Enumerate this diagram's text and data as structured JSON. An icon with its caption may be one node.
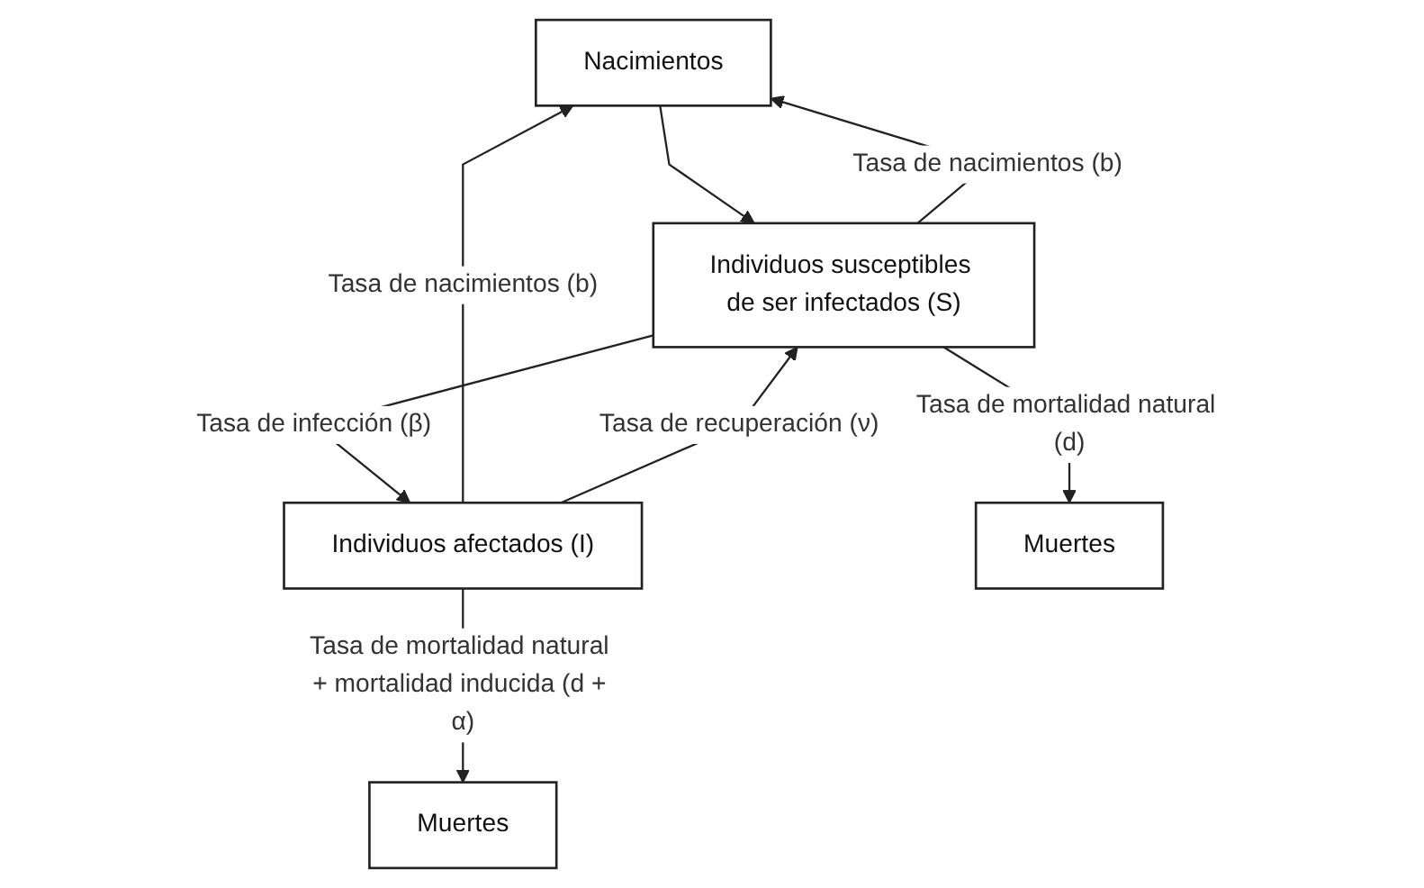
{
  "diagram": {
    "nodes": [
      {
        "text": [
          "Nacimientos"
        ]
      },
      {
        "text": [
          "Individuos susceptibles de ser infectados (S)"
        ]
      },
      {
        "text": [
          "Individuos afectados (I)"
        ]
      },
      {
        "text": [
          "Muertes"
        ]
      },
      {
        "text": [
          "Muertes"
        ]
      }
    ],
    "edges": [
      {
        "from": 0,
        "to": 1,
        "arrow": "to"
      },
      {
        "from": 1,
        "to": 0,
        "arrow": "to",
        "label": "Tasa de nacimientos (b)"
      },
      {
        "from": 2,
        "to": 0,
        "arrow": "to",
        "label": "Tasa de nacimientos (b)"
      },
      {
        "from": 2,
        "to": 1,
        "arrow": "to",
        "label": "Tasa de recuperación (ν)"
      },
      {
        "from": 1,
        "to": 2,
        "arrow": "to",
        "label": "Tasa de infección (β)"
      },
      {
        "from": 1,
        "to": 3,
        "arrow": "to",
        "label": "Tasa de mortalidad natural (d)"
      },
      {
        "from": 2,
        "to": 4,
        "arrow": "to",
        "label": "Tasa de mortalidad natural + mortalidad inducida (d + α)"
      }
    ]
  }
}
